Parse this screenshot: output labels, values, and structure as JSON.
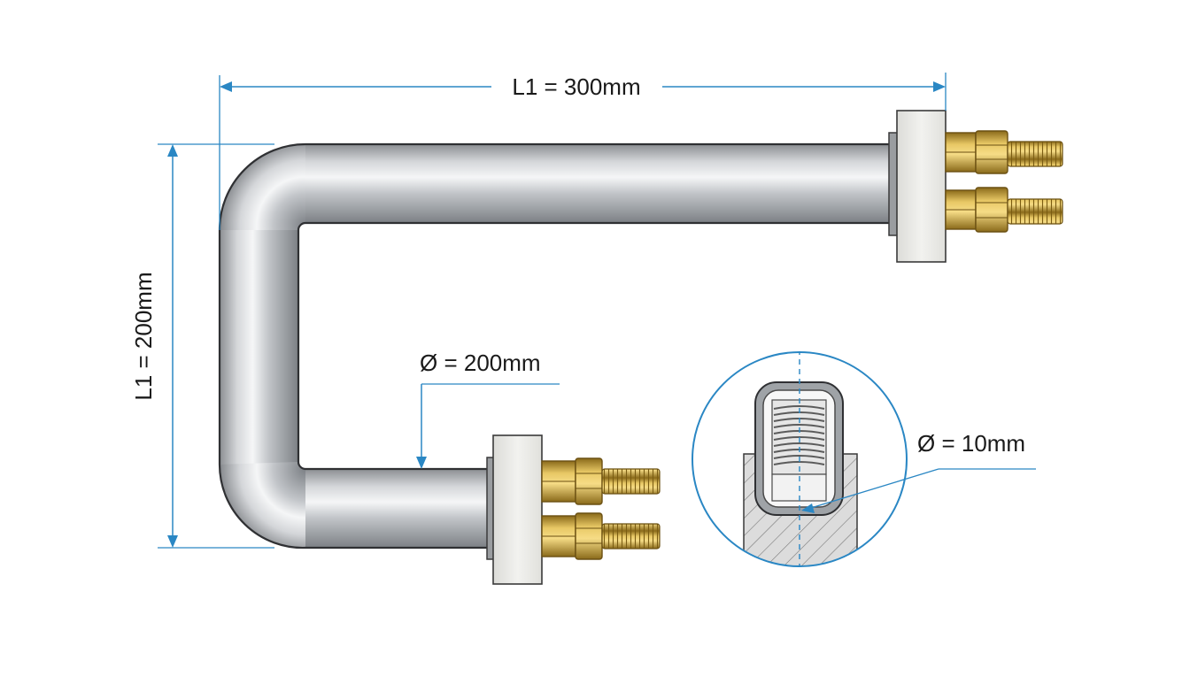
{
  "dimensions": {
    "top_length": "L1 = 300mm",
    "side_length": "L1 = 200mm",
    "bend_diameter": "Ø = 200mm",
    "tube_diameter": "Ø = 10mm"
  },
  "colors": {
    "dimension_line": "#2a87c4",
    "tube_dark": "#8e9195",
    "tube_light": "#f2f3f4",
    "brass": "#c9a23e",
    "brass_dark": "#8a6a1a",
    "flange": "#ececea",
    "outline": "#3a3a3a"
  },
  "icons": {
    "terminal": "brass-threaded-terminal-icon",
    "flange": "ceramic-flange-icon",
    "section": "cross-section-detail-icon"
  }
}
